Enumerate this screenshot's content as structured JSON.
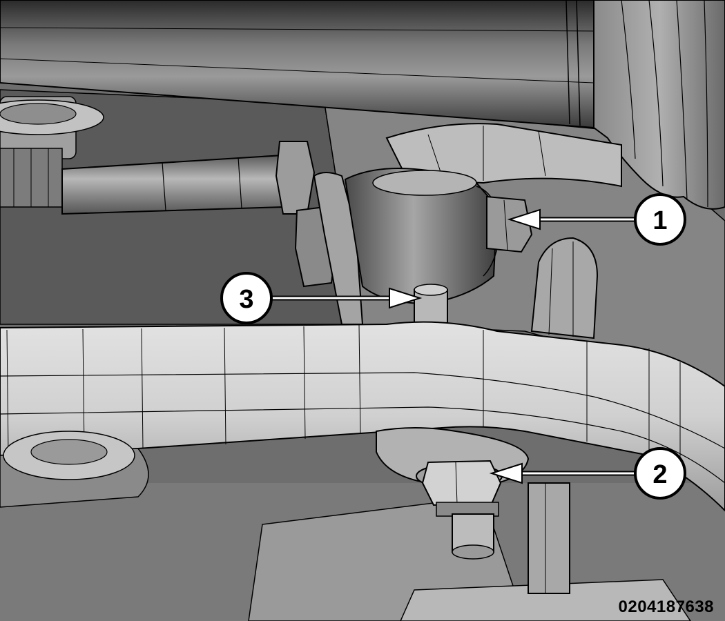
{
  "figure_id": "0204187638",
  "callouts": [
    {
      "label": "1"
    },
    {
      "label": "2"
    },
    {
      "label": "3"
    }
  ],
  "colors": {
    "background": "#6e6e6e",
    "part_light": "#d4d4d4",
    "part_mid": "#a8a8a8",
    "part_dark": "#3a3a3a",
    "outline": "#000000",
    "callout_fill": "#ffffff"
  }
}
